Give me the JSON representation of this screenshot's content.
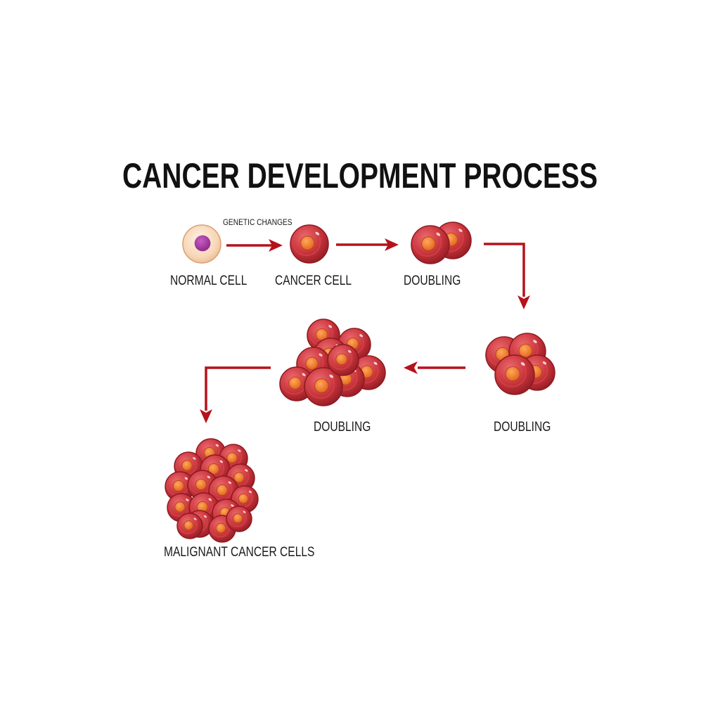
{
  "title": "CANCER DEVELOPMENT PROCESS",
  "annotation": "GENETIC CHANGES",
  "stages": [
    {
      "label": "NORMAL CELL"
    },
    {
      "label": "CANCER CELL"
    },
    {
      "label": "DOUBLING"
    },
    {
      "label": "DOUBLING"
    },
    {
      "label": "DOUBLING"
    },
    {
      "label": "MALIGNANT CANCER CELLS"
    }
  ],
  "colors": {
    "arrow": "#b5121b",
    "cell_body": "#c9343b",
    "cell_dark": "#8e1a22",
    "cell_highlight": "#e7646a",
    "nucleus": "#ee7a2a",
    "normal_outer": "#f5d4b8",
    "normal_nucleus": "#a23a9e",
    "text": "#1a1a1a"
  }
}
